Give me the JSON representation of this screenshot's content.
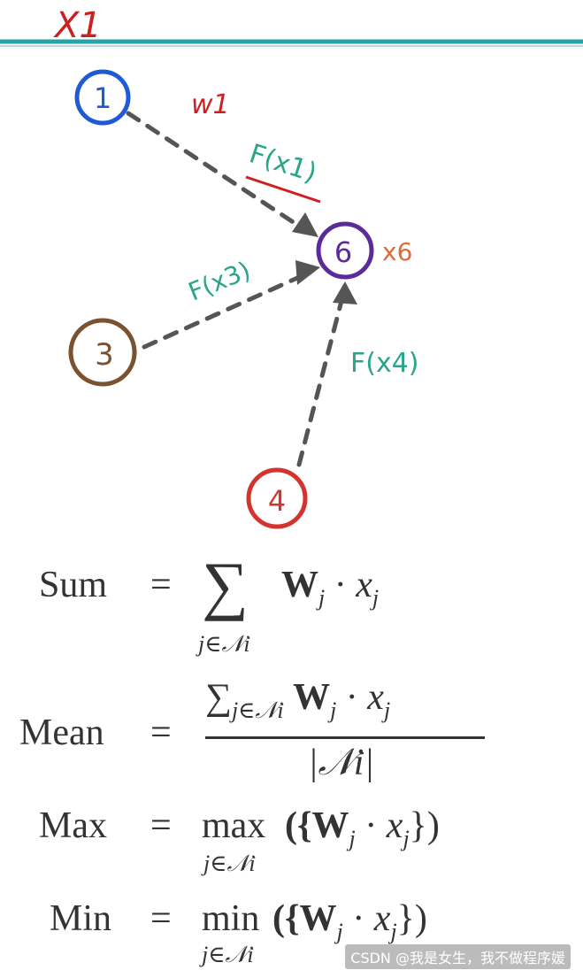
{
  "diagram": {
    "nodes": [
      {
        "id": "1",
        "label": "1",
        "color": "#1f5ad6"
      },
      {
        "id": "6",
        "label": "6",
        "color": "#5b2b9a"
      },
      {
        "id": "3",
        "label": "3",
        "color": "#7a5230"
      },
      {
        "id": "4",
        "label": "4",
        "color": "#d4342e"
      }
    ],
    "annotations": {
      "x1": "X1",
      "w1": "w1",
      "f_x1": "F(x1)",
      "f_x3": "F(x3)",
      "f_x4": "F(x4)",
      "x6": "x6"
    },
    "colors": {
      "teal": "#2aa58a",
      "red": "#cc1f1f",
      "orange": "#e06a3a",
      "edge": "#555555",
      "topline": "#2aa3a8"
    }
  },
  "formulas": {
    "sum": {
      "name": "Sum",
      "eq": "=",
      "op": "∑",
      "term_W": "W",
      "sub_j": "j",
      "dot": "·",
      "term_x": "x",
      "under": "j∈𝒩i"
    },
    "mean": {
      "name": "Mean",
      "eq": "=",
      "numerator_op": "∑",
      "numerator_sub": "j∈𝒩i",
      "term_W": "W",
      "sub_j": "j",
      "dot": "·",
      "term_x": "x",
      "denominator": "|𝒩i|"
    },
    "max": {
      "name": "Max",
      "eq": "=",
      "op": "max",
      "under": "j∈𝒩i",
      "body": "({W",
      "sub_j": "j",
      "dot": "·",
      "term_x": "x",
      "close": "})"
    },
    "min": {
      "name": "Min",
      "eq": "=",
      "op": "min",
      "under": "j∈𝒩i",
      "body": "({W",
      "sub_j": "j",
      "dot": "·",
      "term_x": "x",
      "close": "})"
    }
  },
  "watermark": "CSDN @我是女生，我不做程序媛"
}
